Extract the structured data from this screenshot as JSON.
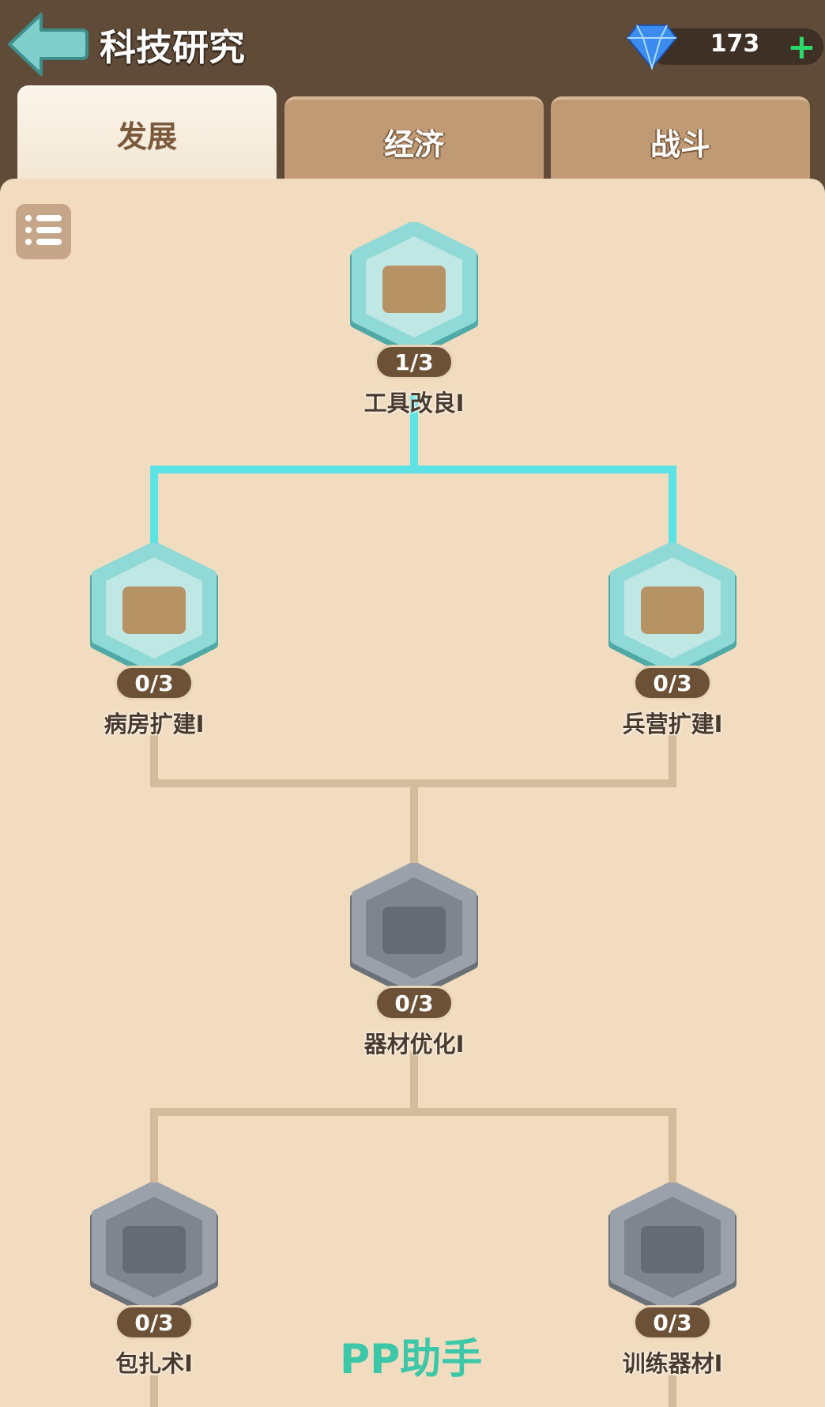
{
  "header": {
    "title": "科技研究",
    "gems": "173",
    "back_icon": "back-arrow-icon",
    "gem_icon": "diamond-icon",
    "add_icon": "plus-icon",
    "add_label": "+"
  },
  "tabs": [
    {
      "label": "发展",
      "active": true
    },
    {
      "label": "经济",
      "active": false
    },
    {
      "label": "战斗",
      "active": false
    }
  ],
  "colors": {
    "unlocked_line": "#5de3e6",
    "locked_line": "#d3bb9b",
    "unlocked_hex": "#8fd9d6",
    "locked_hex": "#9aa1aa"
  },
  "nodes": [
    {
      "name": "工具改良I",
      "progress": "1/3",
      "icon": "toolbox-icon",
      "unlocked": true
    },
    {
      "name": "病房扩建I",
      "progress": "0/3",
      "icon": "hospital-bed-icon",
      "unlocked": true
    },
    {
      "name": "兵营扩建I",
      "progress": "0/3",
      "icon": "knights-barracks-icon",
      "unlocked": true
    },
    {
      "name": "器材优化I",
      "progress": "0/3",
      "icon": "book-quill-icon",
      "unlocked": false
    },
    {
      "name": "包扎术I",
      "progress": "0/3",
      "icon": "bandage-icon",
      "unlocked": false
    },
    {
      "name": "训练器材I",
      "progress": "0/3",
      "icon": "training-dummy-icon",
      "unlocked": false
    }
  ],
  "watermark": "PP助手"
}
